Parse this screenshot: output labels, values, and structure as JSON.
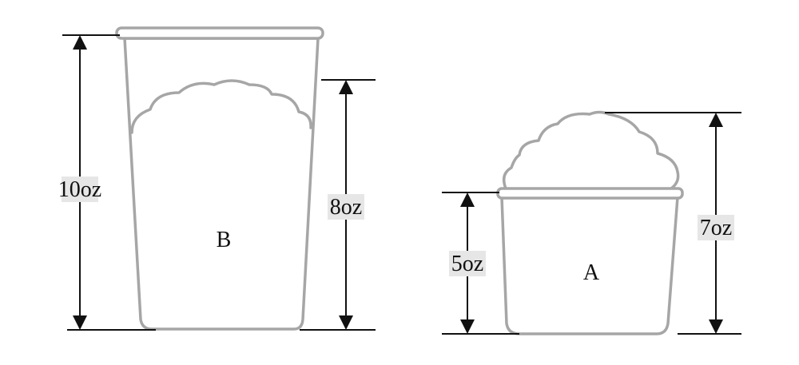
{
  "cup_b": {
    "letter": "B",
    "cup_height_label": "10oz",
    "popcorn_height_label": "8oz"
  },
  "cup_a": {
    "letter": "A",
    "cup_height_label": "5oz",
    "popcorn_height_label": "7oz"
  },
  "colors": {
    "outline": "#a6a6a6",
    "dimension": "#111111",
    "label_background": "#e6e6e6"
  }
}
